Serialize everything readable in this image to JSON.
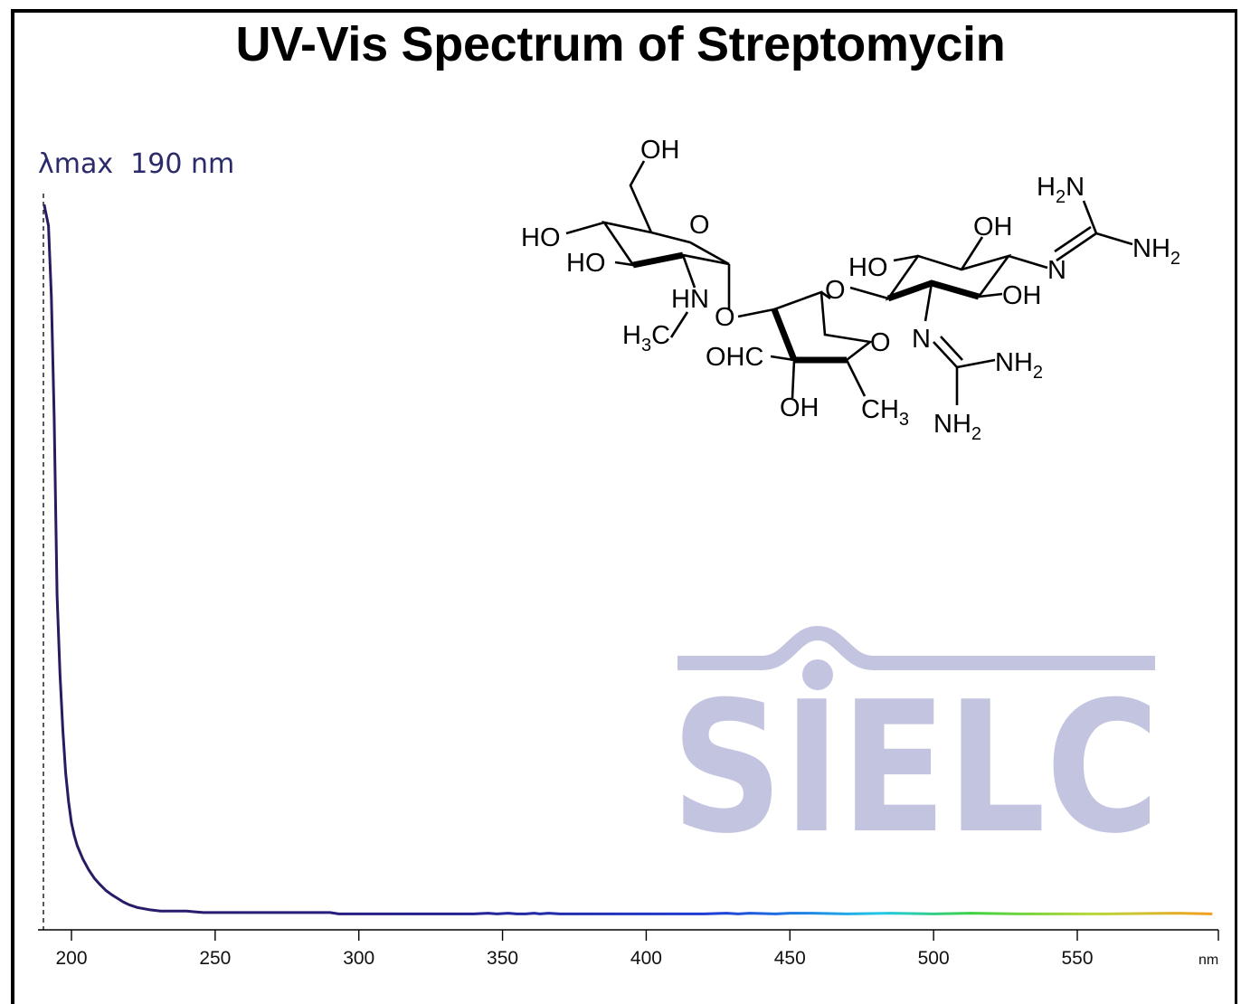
{
  "chart_data": {
    "type": "line",
    "title": "UV-Vis Spectrum of Streptomycin",
    "annotation": "λmax  190 nm",
    "lambda_max": 190,
    "xlabel": "nm",
    "ylabel": "",
    "xlim": [
      190,
      597
    ],
    "ylim": [
      0,
      1
    ],
    "xticks": [
      200,
      250,
      300,
      350,
      400,
      450,
      500,
      550
    ],
    "grid": false,
    "series": [
      {
        "x": [
          190.5,
          191,
          192,
          193,
          194,
          195,
          196,
          197,
          198,
          199,
          200,
          201,
          202,
          204,
          206,
          208,
          210,
          212,
          214,
          216,
          218,
          220,
          223,
          227,
          231,
          236,
          240,
          243,
          246,
          250,
          260,
          270,
          280,
          290,
          293,
          296,
          300,
          320,
          340,
          345,
          348,
          352,
          355,
          358,
          361,
          363,
          366,
          370,
          380,
          400,
          420,
          428,
          432,
          436,
          445,
          450,
          458,
          470,
          485,
          500,
          513,
          530,
          560,
          585,
          597
        ],
        "y": [
          1.0,
          0.99,
          0.97,
          0.87,
          0.7,
          0.45,
          0.34,
          0.26,
          0.2,
          0.16,
          0.13,
          0.112,
          0.098,
          0.079,
          0.064,
          0.052,
          0.043,
          0.035,
          0.029,
          0.024,
          0.019,
          0.015,
          0.011,
          0.008,
          0.006,
          0.006,
          0.006,
          0.005,
          0.004,
          0.004,
          0.004,
          0.004,
          0.004,
          0.004,
          0.002,
          0.002,
          0.002,
          0.002,
          0.002,
          0.003,
          0.002,
          0.003,
          0.002,
          0.002,
          0.003,
          0.002,
          0.003,
          0.002,
          0.002,
          0.002,
          0.002,
          0.003,
          0.002,
          0.003,
          0.002,
          0.003,
          0.003,
          0.002,
          0.003,
          0.002,
          0.003,
          0.002,
          0.002,
          0.003,
          0.002
        ]
      }
    ]
  },
  "molecule": {
    "labels": [
      "OH",
      "HO",
      "HO",
      "O",
      "HN",
      "O",
      "H3C",
      "OHC",
      "OH",
      "O",
      "CH3",
      "O",
      "HO",
      "OH",
      "OH",
      "N",
      "H2N",
      "NH2",
      "N",
      "NH2",
      "NH2"
    ]
  },
  "watermark": {
    "text": "SIELC",
    "color": "#c3c5e0"
  },
  "colors": {
    "curve_start": "#2b1a5e",
    "curve_mid": "#1f3fd6",
    "curve_green": "#3fd13f",
    "curve_end": "#f0a020",
    "annotation": "#2b2a6b"
  }
}
